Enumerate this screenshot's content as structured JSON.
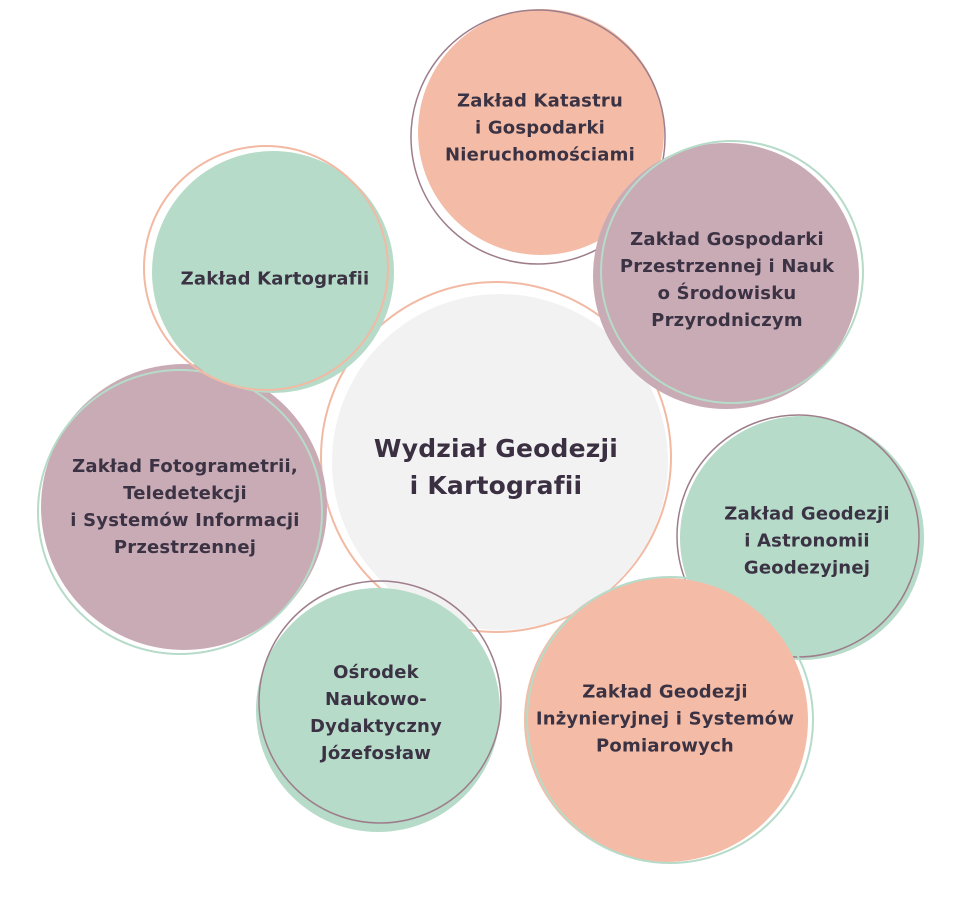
{
  "colors": {
    "peach": "#f4bca6",
    "mauve": "#c9abb6",
    "mint": "#b6dbc9",
    "center_fill": "#f3f2f3",
    "text": "#3b3344"
  },
  "center": {
    "label": "Wydział Geodezji\ni Kartografii"
  },
  "units": [
    {
      "label": "Zakład Katastru\ni Gospodarki\nNieruchomościami"
    },
    {
      "label": "Zakład Gospodarki\nPrzestrzennej i Nauk\no Środowisku\nPrzyrodniczym"
    },
    {
      "label": "Zakład Geodezji\ni Astronomii\nGeodezyjnej"
    },
    {
      "label": "Zakład Geodezji\nInżynieryjnej i Systemów\nPomiarowych"
    },
    {
      "label": "Ośrodek\nNaukowo-\nDydaktyczny\nJózefosław"
    },
    {
      "label": "Zakład Fotogrametrii,\nTeledetekcji\ni Systemów Informacji\nPrzestrzennej"
    },
    {
      "label": "Zakład Kartografii"
    }
  ]
}
